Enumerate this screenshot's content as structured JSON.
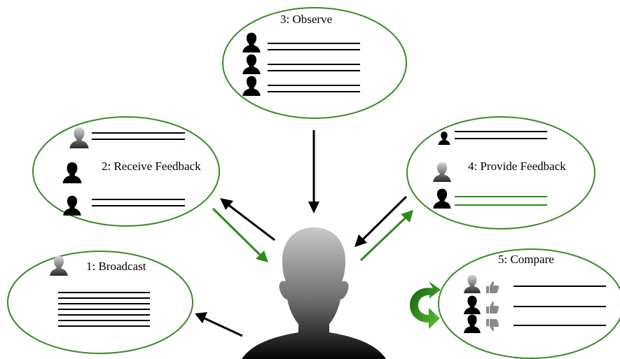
{
  "stages": [
    {
      "id": "broadcast",
      "label": "1: Broadcast"
    },
    {
      "id": "receive",
      "label": "2: Receive Feedback"
    },
    {
      "id": "observe",
      "label": "3: Observe"
    },
    {
      "id": "provide",
      "label": "4: Provide Feedback"
    },
    {
      "id": "compare",
      "label": "5: Compare"
    }
  ],
  "colors": {
    "ellipse_stroke": "#3a8a2a",
    "feedback_green": "#2e8b1f",
    "line_black": "#000000",
    "cycle_arrow": "#2a7a14"
  },
  "icons": {
    "person": "person-silhouette-icon",
    "thumbs_up": "thumbs-up-icon",
    "thumbs_down": "thumbs-down-icon",
    "cycle": "cycle-arrows-icon"
  }
}
